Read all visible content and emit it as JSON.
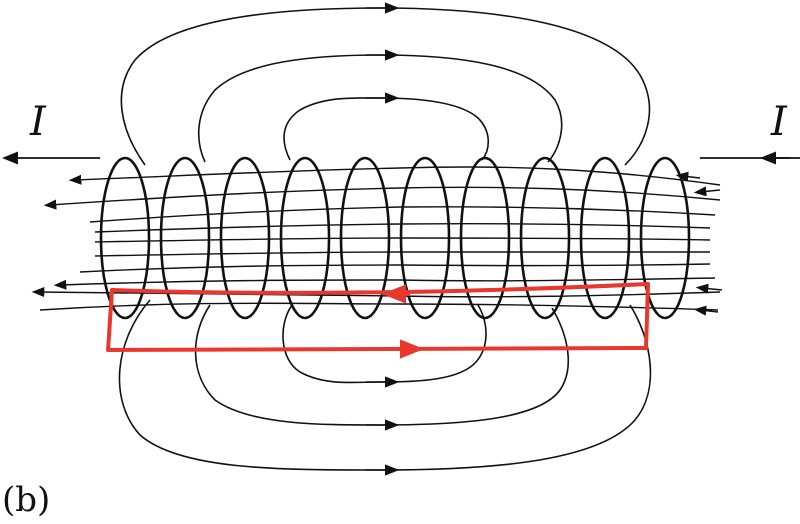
{
  "labels": {
    "current_left": "I",
    "current_right": "I",
    "panel": "(b)"
  },
  "colors": {
    "field_lines": "#111111",
    "loop": "#e8372c",
    "background": "#ffffff"
  },
  "diagram": {
    "subject": "solenoid-magnetic-field",
    "coil_turns": 10,
    "rectangular_loop_present": true
  }
}
